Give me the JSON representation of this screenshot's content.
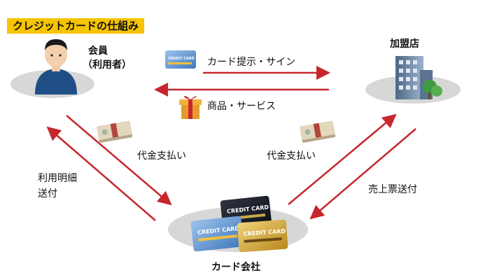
{
  "title": "クレジットカードの仕組み",
  "nodes": {
    "member": {
      "line1": "会員",
      "line2": "（利用者）"
    },
    "merchant": {
      "label": "加盟店"
    },
    "card_company": {
      "label": "カード会社"
    }
  },
  "flows": {
    "card_present": "カード提示・サイン",
    "goods": "商品・サービス",
    "payment_left": "代金支払い",
    "payment_right": "代金支払い",
    "statement_line1": "利用明細",
    "statement_line2": "送付",
    "sales_slip": "売上票送付"
  },
  "card_text": "CREDIT CARD",
  "colors": {
    "accent": "#f6c400",
    "arrow": "#c8262d",
    "shadow": "#d7d7d7",
    "shirt": "#1f4e86",
    "building": "#6f86a2"
  }
}
